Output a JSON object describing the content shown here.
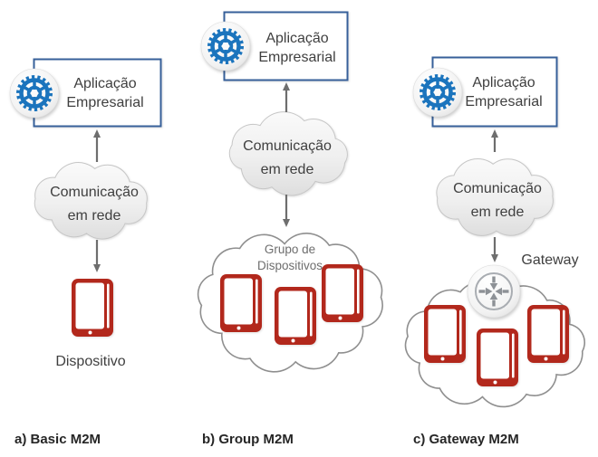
{
  "diagram": {
    "icons": {
      "app_icon": "gear-icon",
      "network_icon": "cloud-shape",
      "device_icon": "tablet-icon",
      "gateway_icon": "router-icon"
    },
    "colors": {
      "box_border": "#37609a",
      "gear_blue": "#1b74bd",
      "device_red": "#b2281c",
      "comm_cloud_stroke": "#c6c6c6",
      "group_cloud_stroke": "#8f8f8f",
      "arrow": "#6e6e6e",
      "text_dark": "#3f3f3f",
      "text_gray": "#6e6e6e",
      "caption": "#262626"
    },
    "columns": {
      "a": {
        "caption": "a) Basic M2M",
        "app_line1": "Aplicação",
        "app_line2": "Empresarial",
        "cloud_line1": "Comunicação",
        "cloud_line2": "em rede",
        "device_label": "Dispositivo",
        "device_count": 1
      },
      "b": {
        "caption": "b) Group M2M",
        "app_line1": "Aplicação",
        "app_line2": "Empresarial",
        "cloud_line1": "Comunicação",
        "cloud_line2": "em rede",
        "group_line1": "Grupo de",
        "group_line2": "Dispositivos",
        "device_count": 3
      },
      "c": {
        "caption": "c) Gateway M2M",
        "app_line1": "Aplicação",
        "app_line2": "Empresarial",
        "cloud_line1": "Comunicação",
        "cloud_line2": "em rede",
        "gateway_label": "Gateway",
        "device_count": 3
      }
    }
  }
}
